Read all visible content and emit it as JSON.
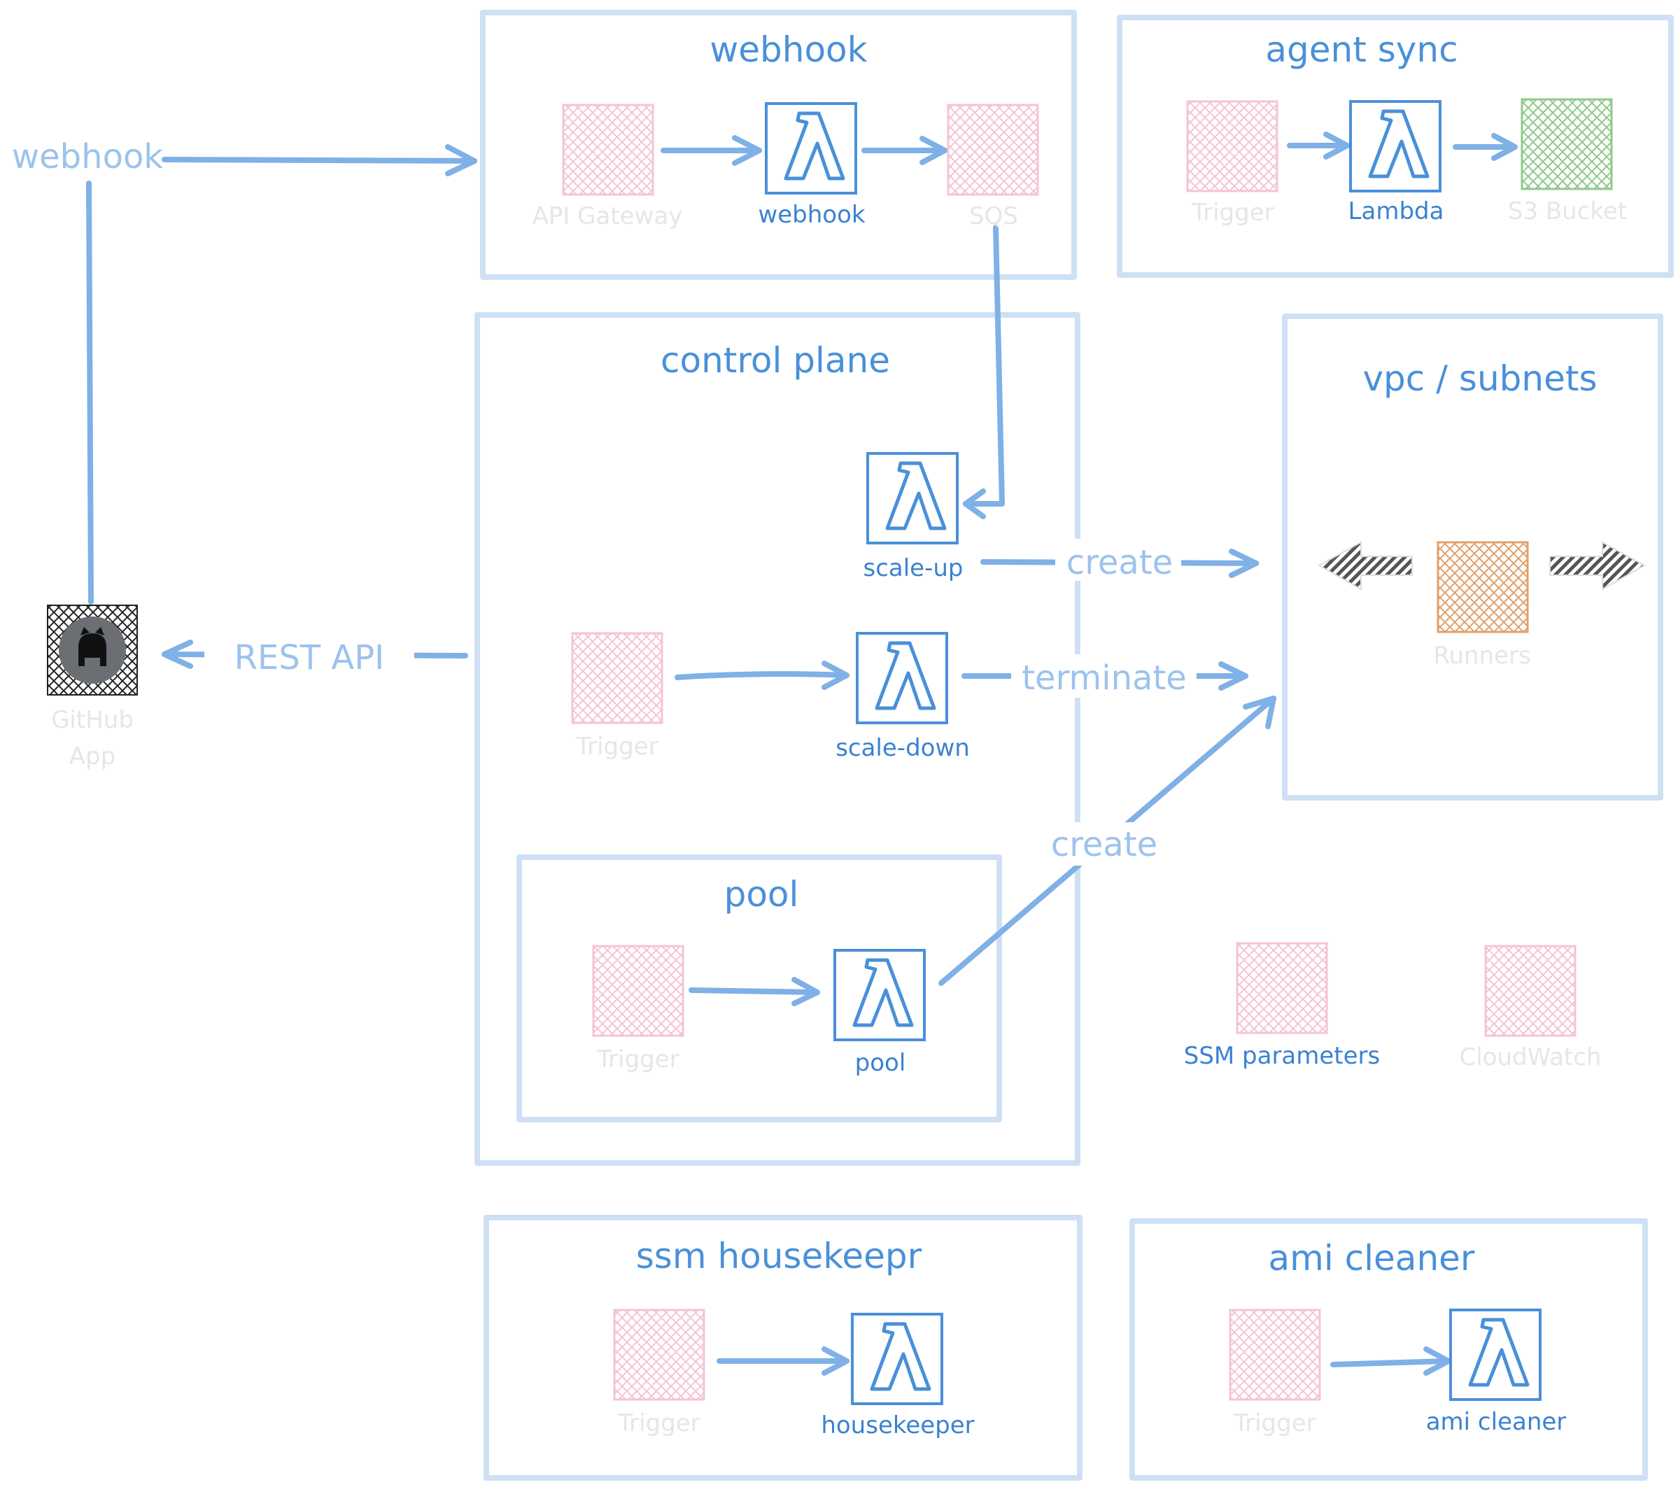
{
  "groups": {
    "webhook": "webhook",
    "agent_sync": "agent sync",
    "control_plane": "control plane",
    "vpc": "vpc / subnets",
    "pool": "pool",
    "ssm_housekeeper": "ssm housekeepr",
    "ami_cleaner": "ami cleaner"
  },
  "nodes": {
    "api_gateway": "API Gateway",
    "webhook_lambda": "webhook",
    "sqs": "SQS",
    "agent_trigger": "Trigger",
    "agent_lambda": "Lambda",
    "s3_bucket": "S3 Bucket",
    "scale_up": "scale-up",
    "scale_down_trigger": "Trigger",
    "scale_down": "scale-down",
    "pool_trigger": "Trigger",
    "pool_lambda": "pool",
    "runners": "Runners",
    "ssm_parameters": "SSM parameters",
    "cloudwatch": "CloudWatch",
    "housekeeper_trigger": "Trigger",
    "housekeeper": "housekeeper",
    "ami_trigger": "Trigger",
    "ami_cleaner_lambda": "ami cleaner",
    "github_app_line1": "GitHub",
    "github_app_line2": "App"
  },
  "edges": {
    "webhook": "webhook",
    "rest_api": "REST API",
    "create": "create",
    "terminate": "terminate",
    "pool_create": "create"
  },
  "colors": {
    "box_border": "#cfe0f5",
    "arrow": "#7fb0e6",
    "title": "#4a90d9",
    "lambda_label": "#3a82d0",
    "faded_label": "#e6e6e6",
    "lambda_hatch": "#e2a06a",
    "trigger_hatch": "#f2b3c6",
    "s3_hatch": "#8fc98a"
  },
  "icons": {
    "lambda": "lambda-icon",
    "trigger": "trigger-icon",
    "queue": "sqs-icon",
    "bucket": "s3-bucket-icon",
    "github": "github-icon",
    "runner": "runner-icon"
  }
}
